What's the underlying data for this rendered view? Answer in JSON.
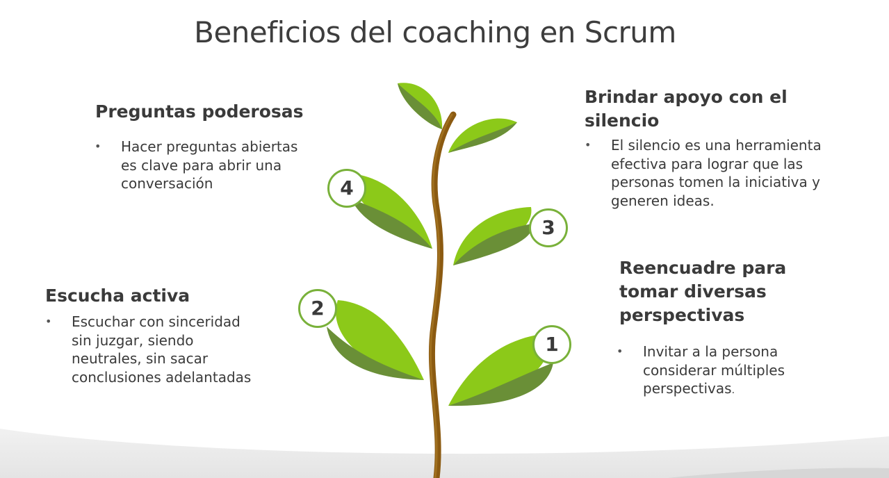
{
  "title": "Beneficios del coaching en Scrum",
  "steps": [
    {
      "number": "1",
      "heading": [
        "Reencuadre para",
        "tomar diversas",
        "perspectivas"
      ],
      "text": [
        "Invitar a la persona",
        "considerar múltiples",
        "perspectivas"
      ],
      "trailing": "."
    },
    {
      "number": "2",
      "heading": [
        "Escucha activa"
      ],
      "text": [
        "Escuchar con sinceridad",
        "sin juzgar, siendo",
        "neutrales, sin sacar",
        "conclusiones adelantadas"
      ]
    },
    {
      "number": "3",
      "heading": [
        "Brindar apoyo con el",
        "silencio"
      ],
      "text": [
        "El silencio es una herramienta",
        "efectiva para lograr que las",
        "personas tomen la iniciativa y",
        "generen ideas."
      ]
    },
    {
      "number": "4",
      "heading": [
        "Preguntas poderosas"
      ],
      "text": [
        "Hacer preguntas abiertas",
        "es clave para abrir una",
        "conversación"
      ]
    }
  ],
  "bullet_symbol": "•",
  "colors": {
    "leaf_light": "#8cc919",
    "leaf_dark": "#6a8f37",
    "stem": "#8b5a11",
    "circle_border": "#79b13a",
    "ground": "#ececec"
  }
}
